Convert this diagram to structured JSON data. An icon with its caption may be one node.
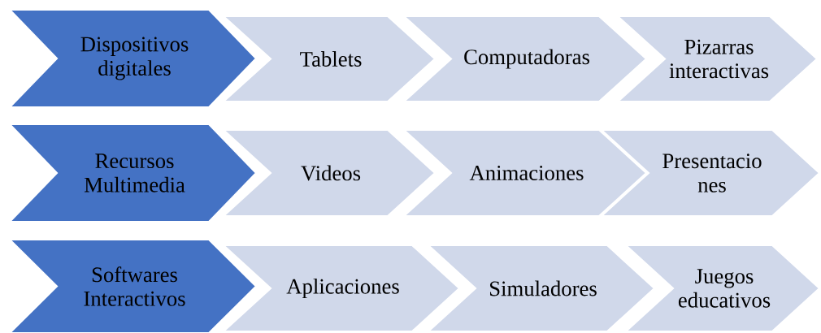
{
  "diagram": {
    "nodes": [
      {
        "text": [
          "Dispositivos digitales"
        ]
      },
      {
        "text": [
          "Tablets"
        ]
      },
      {
        "text": [
          "Computadoras"
        ]
      },
      {
        "text": [
          "Pizarras interactivas"
        ]
      },
      {
        "text": [
          "Recursos Multimedia"
        ]
      },
      {
        "text": [
          "Videos"
        ]
      },
      {
        "text": [
          "Animaciones"
        ]
      },
      {
        "text": [
          "Presentacio nes"
        ]
      },
      {
        "text": [
          "Softwares Interactivos"
        ]
      },
      {
        "text": [
          "Aplicaciones"
        ]
      },
      {
        "text": [
          "Simuladores"
        ]
      },
      {
        "text": [
          "Juegos educativos"
        ]
      }
    ]
  }
}
